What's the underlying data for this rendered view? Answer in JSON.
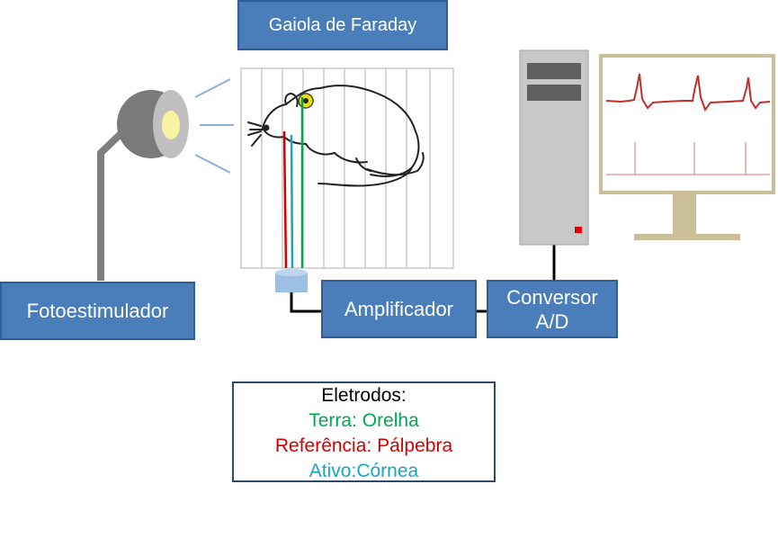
{
  "labels": {
    "cage": "Gaiola de Faraday",
    "photostimulator": "Fotoestimulador",
    "amplifier": "Amplificador",
    "converter_line1": "Conversor",
    "converter_line2": "A/D"
  },
  "legend": {
    "title": "Eletrodos:",
    "items": [
      {
        "text": "Terra: Orelha",
        "color": "#00a84f"
      },
      {
        "text": "Referência: Pálpebra",
        "color": "#d40000"
      },
      {
        "text": "Ativo:Córnea",
        "color": "#1ba3c6"
      }
    ]
  },
  "colors": {
    "box_fill": "#4a7ebb",
    "box_border": "#2f5f96",
    "wire_ground": "#00a84f",
    "wire_reference": "#d40000",
    "wire_active": "#1ba3c6",
    "trace": "#c0302a",
    "lamp_light": "#f7f3a0",
    "eye": "#f0e000"
  }
}
